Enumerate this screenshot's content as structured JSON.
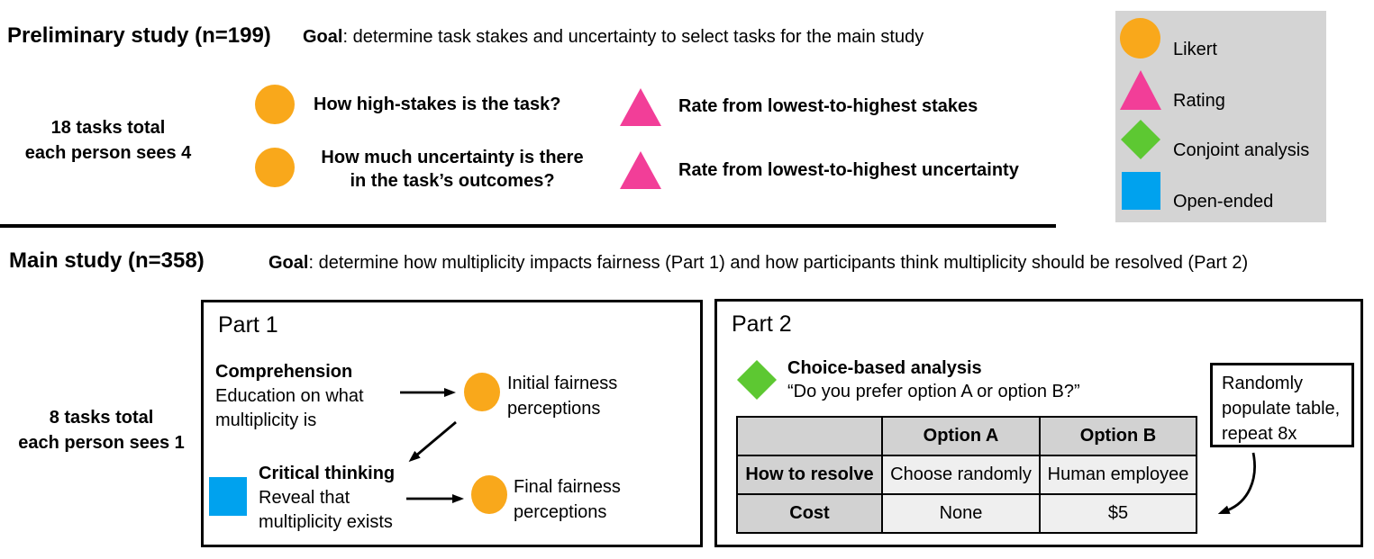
{
  "colors": {
    "likert": "#F9A81B",
    "rating": "#F23E98",
    "conjoint": "#5DC832",
    "open_ended": "#00A2EE",
    "legend_bg": "#D4D4D4",
    "table_header_bg": "#D2D2D2",
    "table_cell_bg": "#EFEFEF"
  },
  "preliminary": {
    "title": "Preliminary study (n=199)",
    "goal_label": "Goal",
    "goal_text": ": determine task stakes and uncertainty to select tasks for the main study",
    "tasks_note": [
      "18 tasks total",
      "each person sees 4"
    ],
    "q_high_stakes": "How high-stakes is the task?",
    "q_uncertainty": [
      "How much uncertainty is there",
      "in the task’s outcomes?"
    ],
    "rate_stakes": "Rate from lowest-to-highest stakes",
    "rate_uncertainty": "Rate from lowest-to-highest uncertainty"
  },
  "legend": {
    "items": [
      {
        "icon": "likert-circle-icon",
        "label": "Likert"
      },
      {
        "icon": "rating-triangle-icon",
        "label": "Rating"
      },
      {
        "icon": "conjoint-diamond-icon",
        "label": "Conjoint analysis"
      },
      {
        "icon": "open-ended-square-icon",
        "label": "Open-ended"
      }
    ]
  },
  "main": {
    "title": "Main study (n=358)",
    "goal_label": "Goal",
    "goal_text": ": determine how multiplicity impacts fairness (Part 1) and how participants think multiplicity should be resolved (Part 2)",
    "tasks_note": [
      "8 tasks total",
      "each person sees 1"
    ],
    "part1": {
      "title": "Part 1",
      "comprehension": {
        "title": "Comprehension",
        "lines": [
          "Education on what",
          "multiplicity is"
        ]
      },
      "initial": [
        "Initial fairness",
        "perceptions"
      ],
      "critical": {
        "title": "Critical thinking",
        "lines": [
          "Reveal that",
          "multiplicity exists"
        ]
      },
      "final": [
        "Final fairness",
        "perceptions"
      ]
    },
    "part2": {
      "title": "Part 2",
      "analysis": {
        "title": "Choice-based analysis",
        "quote": "“Do you prefer option A or option B?”"
      },
      "table": {
        "headers": [
          "",
          "Option A",
          "Option B"
        ],
        "rows": [
          {
            "label": "How to resolve",
            "a": "Choose randomly",
            "b": "Human employee"
          },
          {
            "label": "Cost",
            "a": "None",
            "b": "$5"
          }
        ]
      },
      "note": [
        "Randomly",
        "populate table,",
        "repeat 8x"
      ]
    }
  }
}
